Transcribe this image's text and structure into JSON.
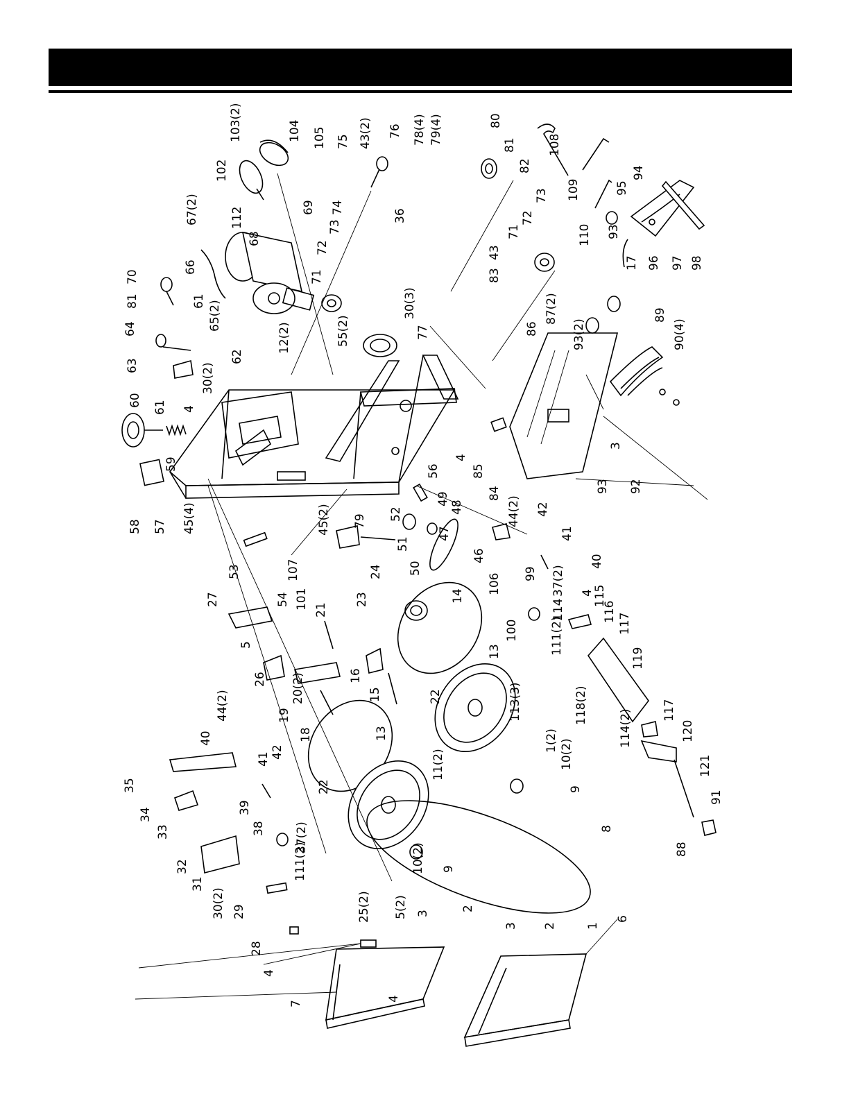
{
  "header": {
    "title": ""
  },
  "labels": [
    "103(2)",
    "104",
    "102",
    "105",
    "75",
    "43(2)",
    "76",
    "78(4)",
    "79(4)",
    "80",
    "81",
    "82",
    "108",
    "109",
    "94",
    "67(2)",
    "112",
    "69",
    "68",
    "74",
    "36",
    "73",
    "72",
    "71",
    "66",
    "70",
    "81",
    "61",
    "65(2)",
    "62",
    "12(2)",
    "30(3)",
    "77",
    "55(2)",
    "43",
    "83",
    "73",
    "72",
    "71",
    "95",
    "110",
    "93",
    "17",
    "96",
    "97",
    "98",
    "64",
    "63",
    "30(2)",
    "87(2)",
    "93(2)",
    "89",
    "90(4)",
    "86",
    "60",
    "61",
    "4",
    "59",
    "58",
    "57",
    "45(4)",
    "4",
    "56",
    "85",
    "84",
    "3",
    "93",
    "92",
    "52",
    "49",
    "48",
    "47",
    "46",
    "45(2)",
    "79",
    "53",
    "107",
    "24",
    "51",
    "50",
    "23",
    "44(2)",
    "42",
    "41",
    "40",
    "99",
    "106",
    "37(2)",
    "4",
    "115",
    "114",
    "116",
    "117",
    "100",
    "111(2)",
    "27",
    "54",
    "101",
    "21",
    "14",
    "13",
    "16",
    "5",
    "26",
    "20(2)",
    "19",
    "15",
    "22",
    "119",
    "44(2)",
    "40",
    "41",
    "42",
    "118(2)",
    "114(2)",
    "117",
    "120",
    "18",
    "13",
    "11(2)",
    "113(3)",
    "1(2)",
    "10(2)",
    "9",
    "35",
    "121",
    "91",
    "88",
    "34",
    "39",
    "22",
    "38",
    "33",
    "37(2)",
    "111(2)",
    "32",
    "31",
    "8",
    "10(2)",
    "9",
    "30(2)",
    "29",
    "28",
    "25(2)",
    "5(2)",
    "3",
    "2",
    "4",
    "3",
    "2",
    "1",
    "6",
    "4",
    "7"
  ]
}
